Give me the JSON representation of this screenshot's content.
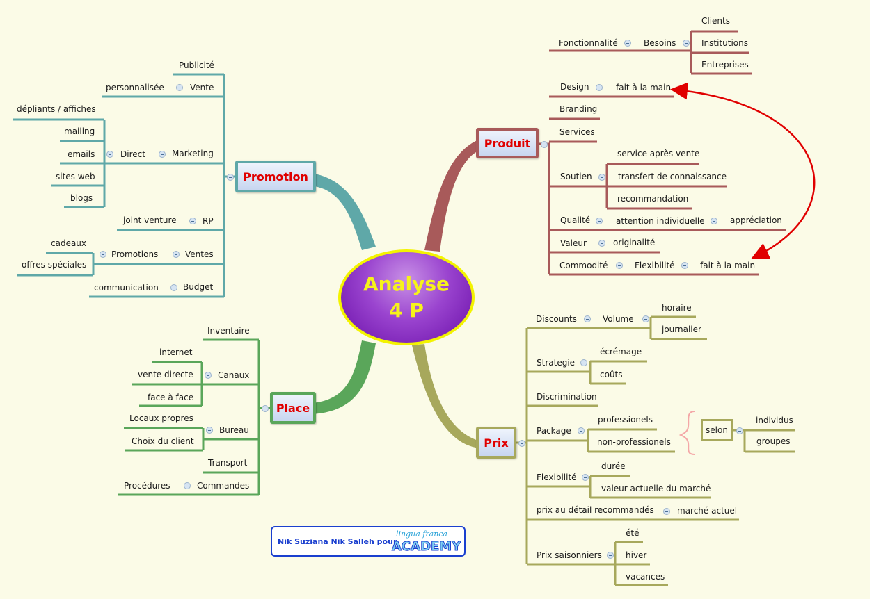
{
  "central": {
    "line1": "Analyse",
    "line2": "4 P"
  },
  "produit": {
    "title": "Produit",
    "items": {
      "fonctionnalite": "Fonctionnalité",
      "besoins": "Besoins",
      "clients": "Clients",
      "institutions": "Institutions",
      "entreprises": "Entreprises",
      "design": "Design",
      "fait_main_1": "fait à la main",
      "branding": "Branding",
      "services": "Services",
      "soutien": "Soutien",
      "sav": "service après-vente",
      "transfert": "transfert de connaissance",
      "recommandation": "recommandation",
      "qualite": "Qualité",
      "attention": "attention individuelle",
      "appreciation": "appréciation",
      "valeur": "Valeur",
      "originalite": "originalité",
      "commodite": "Commodité",
      "flexibilite": "Flexibilité",
      "fait_main_2": "fait à la main"
    }
  },
  "promotion": {
    "title": "Promotion",
    "items": {
      "publicite": "Publicité",
      "personnalisee": "personnalisée",
      "vente": "Vente",
      "depliants": "dépliants / affiches",
      "mailing": "mailing",
      "emails": "emails",
      "direct": "Direct",
      "marketing": "Marketing",
      "sites_web": "sites web",
      "blogs": "blogs",
      "joint_venture": "joint venture",
      "rp": "RP",
      "cadeaux": "cadeaux",
      "promotions": "Promotions",
      "ventes": "Ventes",
      "offres": "offres spéciales",
      "communication": "communication",
      "budget": "Budget"
    }
  },
  "place": {
    "title": "Place",
    "items": {
      "inventaire": "Inventaire",
      "internet": "internet",
      "canaux": "Canaux",
      "vente_directe": "vente directe",
      "face_a_face": "face à face",
      "locaux": "Locaux propres",
      "bureau": "Bureau",
      "choix": "Choix du client",
      "transport": "Transport",
      "procedures": "Procédures",
      "commandes": "Commandes"
    }
  },
  "prix": {
    "title": "Prix",
    "items": {
      "discounts": "Discounts",
      "volume": "Volume",
      "horaire": "horaire",
      "journalier": "journalier",
      "strategie": "Strategie",
      "ecremage": "écrémage",
      "couts": "coûts",
      "discrimination": "Discrimination",
      "package": "Package",
      "professionels": "professionels",
      "non_professionels": "non-professionels",
      "selon": "selon",
      "individus": "individus",
      "groupes": "groupes",
      "flexibilite": "Flexibilité",
      "duree": "durée",
      "valeur_marche": "valeur actuelle du marché",
      "prix_detail": "prix au détail recommandés",
      "marche_actuel": "marché actuel",
      "saisonniers": "Prix saisonniers",
      "ete": "été",
      "hiver": "hiver",
      "vacances": "vacances"
    }
  },
  "credit": {
    "author": "Nik Suziana Nik Salleh pour",
    "tagline": "lingua franca",
    "logo": "ACADEMY"
  },
  "colors": {
    "produit": "#a85a5a",
    "promotion": "#5fa8a8",
    "place": "#5aa65a",
    "prix": "#a7a85c",
    "central_border": "#f3f300",
    "central_text": "#f6f31a",
    "main_text": "#e00000",
    "arrow": "#e00000"
  }
}
